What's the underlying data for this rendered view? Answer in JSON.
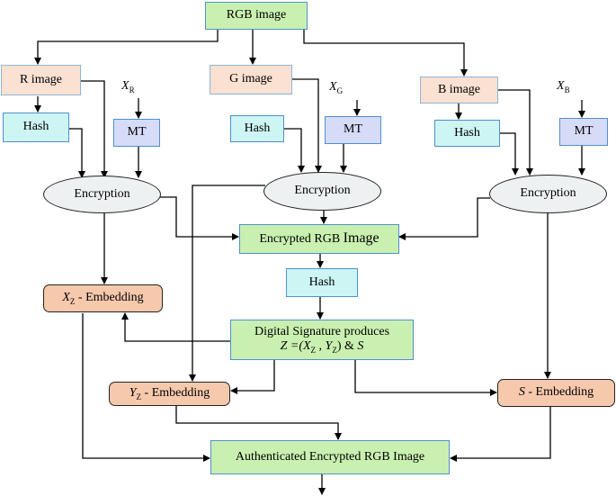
{
  "nodes": {
    "rgb_image": "RGB image",
    "r_image": "R image",
    "g_image": "G image",
    "b_image": "B image",
    "hash_r": "Hash",
    "hash_g": "Hash",
    "hash_b": "Hash",
    "hash_center": "Hash",
    "mt_r": "MT",
    "mt_g": "MT",
    "mt_b": "MT",
    "encryption_r": "Encryption",
    "encryption_g": "Encryption",
    "encryption_b": "Encryption",
    "encrypted_rgb_prefix": "Encrypted RGB ",
    "encrypted_rgb_suffix": "Image",
    "digital_signature_line1": "Digital Signature produces",
    "digital_signature_line2_a": "Z",
    "digital_signature_line2_b": " =(X",
    "digital_signature_line2_c": "Z",
    "digital_signature_line2_d": " , Y",
    "digital_signature_line2_e": "Z",
    "digital_signature_line2_f": ") & ",
    "digital_signature_line2_g": "S",
    "xz_embedding_var": "X",
    "xz_embedding_sub": "Z",
    "xz_embedding_text": " - Embedding",
    "yz_embedding_var": "Y",
    "yz_embedding_sub": "Z",
    "yz_embedding_text": " - Embedding",
    "s_embedding_var": "S",
    "s_embedding_text": " - Embedding",
    "authenticated": "Authenticated Encrypted RGB Image"
  },
  "inputs": {
    "xr_var": "X",
    "xr_sub": "R",
    "xg_var": "X",
    "xg_sub": "G",
    "xb_var": "X",
    "xb_sub": "B"
  }
}
